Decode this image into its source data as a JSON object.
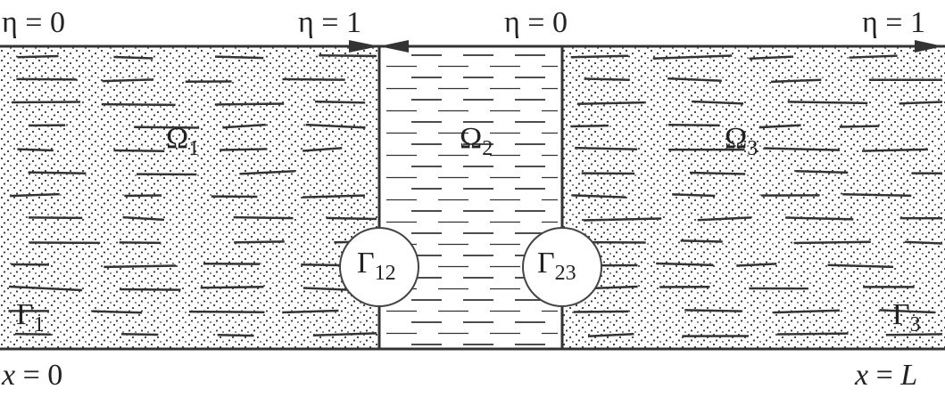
{
  "labels": {
    "eta_left_top": "η = 0",
    "eta_interface1": "η = 1",
    "eta_middle_top": "η = 0",
    "eta_right_top": "η = 1",
    "x_start": "x = 0",
    "x_end": "x = L"
  },
  "domains": {
    "omega1": {
      "symbol": "Ω",
      "sub": "1"
    },
    "omega2": {
      "symbol": "Ω",
      "sub": "2"
    },
    "omega3": {
      "symbol": "Ω",
      "sub": "3"
    }
  },
  "boundaries": {
    "gamma1": {
      "symbol": "Γ",
      "sub": "1"
    },
    "gamma3": {
      "symbol": "Γ",
      "sub": "3"
    },
    "gamma12": {
      "symbol": "Γ",
      "sub": "12"
    },
    "gamma23": {
      "symbol": "Γ",
      "sub": "23"
    }
  },
  "colors": {
    "ink": "#333333",
    "background": "#ffffff"
  }
}
